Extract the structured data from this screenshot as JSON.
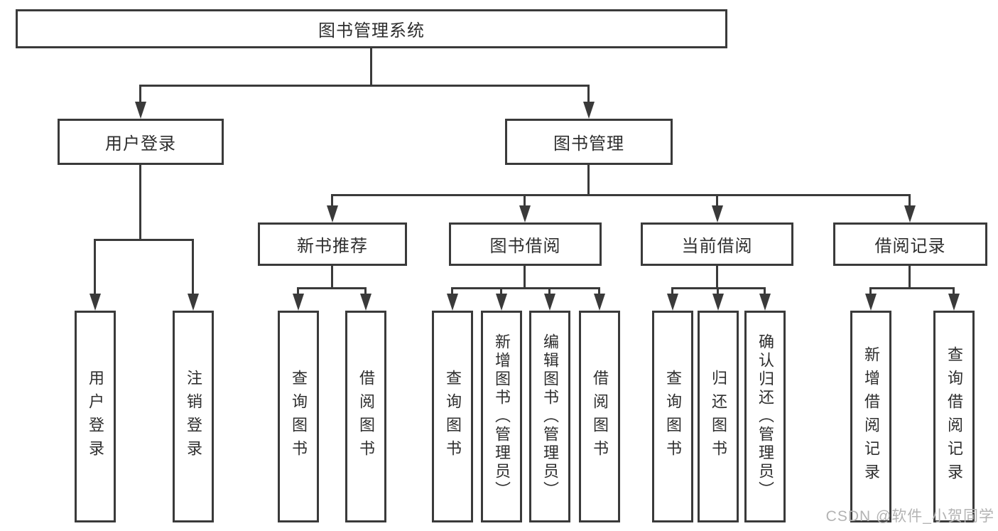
{
  "tree": {
    "root": "图书管理系统",
    "branches": [
      {
        "label": "用户登录",
        "children": [
          "用户登录",
          "注销登录"
        ]
      },
      {
        "label": "图书管理",
        "children": [
          {
            "label": "新书推荐",
            "children": [
              "查询图书",
              "借阅图书"
            ]
          },
          {
            "label": "图书借阅",
            "children": [
              "查询图书",
              "新增图书（管理员）",
              "编辑图书（管理员）",
              "借阅图书"
            ]
          },
          {
            "label": "当前借阅",
            "children": [
              "查询图书",
              "归还图书",
              "确认归还（管理员）"
            ]
          },
          {
            "label": "借阅记录",
            "children": [
              "新增借阅记录",
              "查询借阅记录"
            ]
          }
        ]
      }
    ]
  },
  "watermark": {
    "text": "CSDN @软件_小贺同学"
  },
  "colors": {
    "line": "#3a3a3a",
    "text": "#2e2e2e",
    "watermark": "#b3b3b3",
    "background": "#ffffff"
  }
}
